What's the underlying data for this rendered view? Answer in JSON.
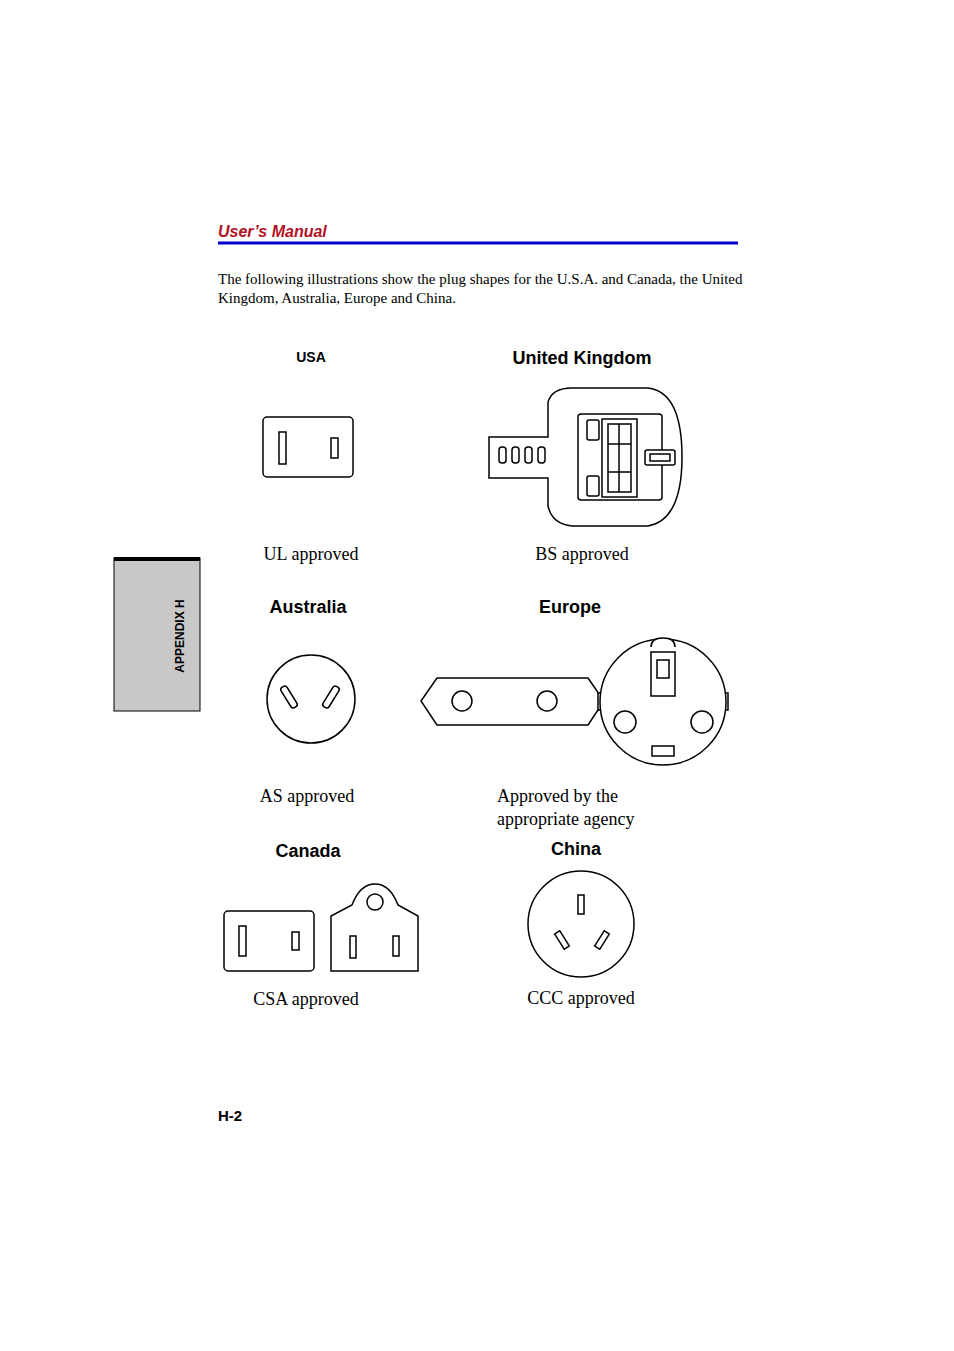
{
  "diagram": {
    "labels": [
      "User’s Manual",
      "The following illustrations show the plug shapes for the U.S.A. and Canada, the United Kingdom, Australia, Europe and China.",
      "USA",
      "United Kingdom",
      "UL approved",
      "BS approved",
      "APPENDIX H",
      "Australia",
      "Europe",
      "AS approved",
      "Approved by the appropriate agency",
      "Canada",
      "China",
      "CSA approved",
      "CCC approved",
      "H-2"
    ]
  }
}
